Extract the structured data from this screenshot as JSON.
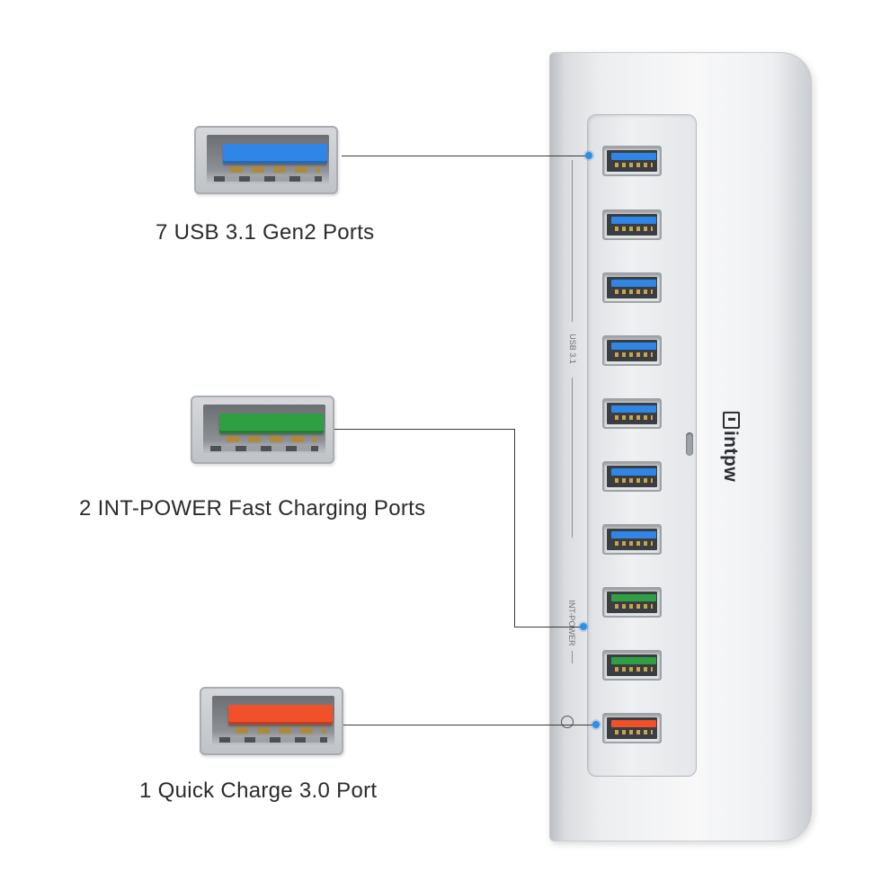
{
  "product": {
    "brand": "intpw",
    "side_marking_usb": "USB 3.1",
    "side_marking_power": "INT-POWER"
  },
  "callouts": [
    {
      "label": "7 USB 3.1 Gen2 Ports",
      "color_name": "blue",
      "tongue_color": "#2f86e6"
    },
    {
      "label": "2 INT-POWER Fast Charging Ports",
      "color_name": "green",
      "tongue_color": "#2ea043"
    },
    {
      "label": "1 Quick Charge 3.0 Port",
      "color_name": "orange",
      "tongue_color": "#f0502a"
    }
  ],
  "hub_ports": [
    "blue",
    "blue",
    "blue",
    "blue",
    "blue",
    "blue",
    "blue",
    "green",
    "green",
    "orange"
  ],
  "colors": {
    "blue": "#2f86e6",
    "green": "#2ea043",
    "orange": "#f0502a",
    "dot": "#2e8fe0"
  }
}
